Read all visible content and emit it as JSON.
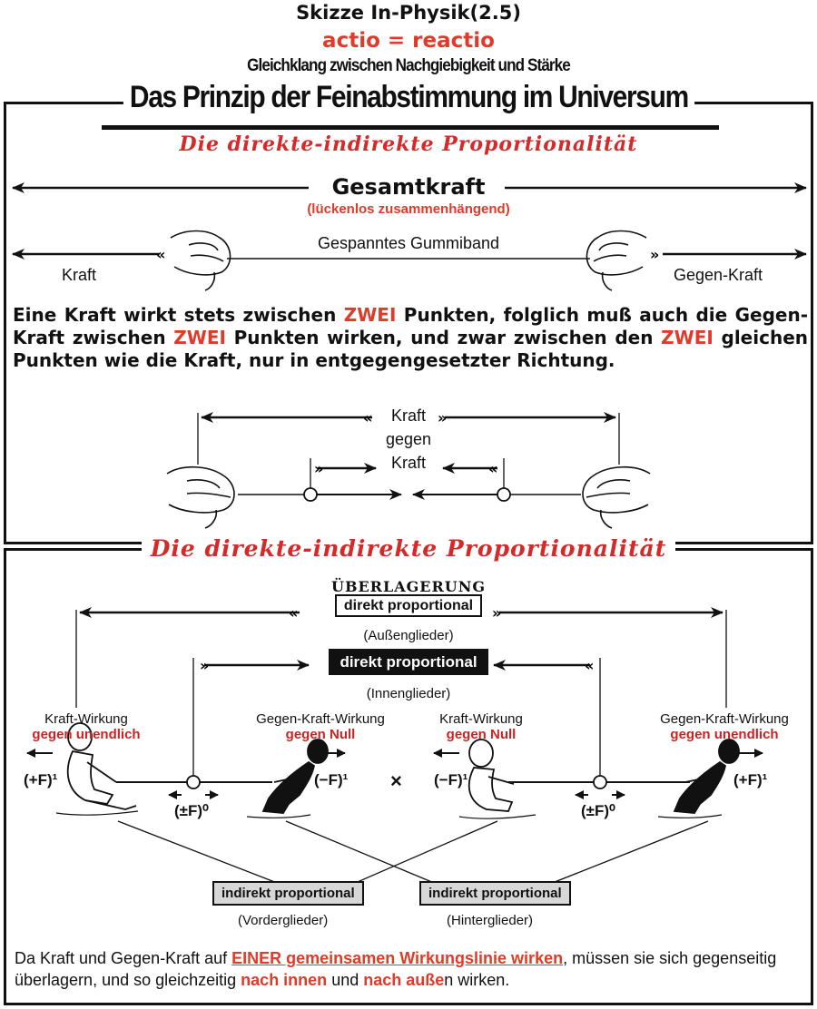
{
  "header": {
    "top_title": "Skizze In-Physik(2.5)",
    "red_line": "actio = reactio",
    "subtitle": "Gleichklang zwischen Nachgiebigkeit und Stärke",
    "main_title": "Das Prinzip der Feinabstimmung im Universum",
    "script_title": "Die direkte-indirekte Proportionalität"
  },
  "section1": {
    "gesamtkraft": "Gesamtkraft",
    "gesamtkraft_note": "(lückenlos zusammenhängend)",
    "gummiband": "Gespanntes Gummiband",
    "kraft_left": "Kraft",
    "kraft_right": "Gegen-Kraft",
    "paragraph": [
      {
        "t": "Eine Kraft wirkt stets zwischen ",
        "red": false
      },
      {
        "t": "ZWEI",
        "red": true
      },
      {
        "t": " Punkten, folglich muß auch die Gegen-Kraft zwischen ",
        "red": false
      },
      {
        "t": "ZWEI",
        "red": true
      },
      {
        "t": " Punkten wirken, und zwar zwischen den ",
        "red": false
      },
      {
        "t": "ZWEI",
        "red": true
      },
      {
        "t": " gleichen Punkten wie die Kraft, nur in entgegengesetzter Richtung.",
        "red": false
      }
    ],
    "kraft_top": "Kraft",
    "gegen": "gegen",
    "kraft_inner": "Kraft"
  },
  "section2": {
    "script_title": "Die direkte-indirekte Proportionalität",
    "ueberlagerung": "ÜBERLAGERUNG",
    "direkt_outer": "direkt proportional",
    "aussen": "(Außenglieder)",
    "direkt_inner": "direkt proportional",
    "innen": "(Innenglieder)",
    "figures": [
      {
        "label": "Kraft-Wirkung",
        "sub": "gegen unendlich"
      },
      {
        "label": "Gegen-Kraft-Wirkung",
        "sub": "gegen Null"
      },
      {
        "label": "Kraft-Wirkung",
        "sub": "gegen Null"
      },
      {
        "label": "Gegen-Kraft-Wirkung",
        "sub": "gegen unendlich"
      }
    ],
    "f_plus_left": "(+F)¹",
    "f_pm_left": "(±F)⁰",
    "f_minus_left": "(−F)¹",
    "times": "×",
    "f_minus_right": "(−F)¹",
    "f_pm_right": "(±F)⁰",
    "f_plus_right": "(+F)¹",
    "indirekt_left": "indirekt proportional",
    "vorder": "(Vorderglieder)",
    "indirekt_right": "indirekt proportional",
    "hinter": "(Hinterglieder)",
    "bottom_text": {
      "p1": "Da Kraft und Gegen-Kraft auf ",
      "p2": "EINER gemeinsamen Wirkungslinie wirken",
      "p3": ", müssen sie sich gegenseitig überlagern, und so gleichzeitig ",
      "p4": "nach innen",
      "p5": " und ",
      "p6": "nach auße",
      "p7": "n wirken."
    }
  },
  "colors": {
    "accent": "#e03a2a",
    "ink": "#111111",
    "grey_box": "#d7d7d7"
  }
}
